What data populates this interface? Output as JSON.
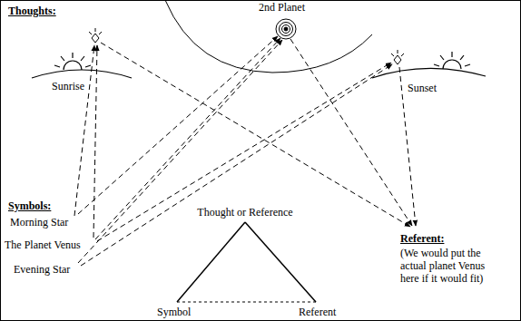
{
  "diagram": {
    "labels": [
      "Thoughts:",
      "2nd Planet",
      "Sunrise",
      "Sunset",
      "Symbols:",
      "Morning Star",
      "The Planet Venus",
      "Evening Star",
      "Thought or Reference",
      "Symbol",
      "Referent",
      "Referent:",
      "(We would put the actual planet Venus here if it would fit)"
    ]
  }
}
